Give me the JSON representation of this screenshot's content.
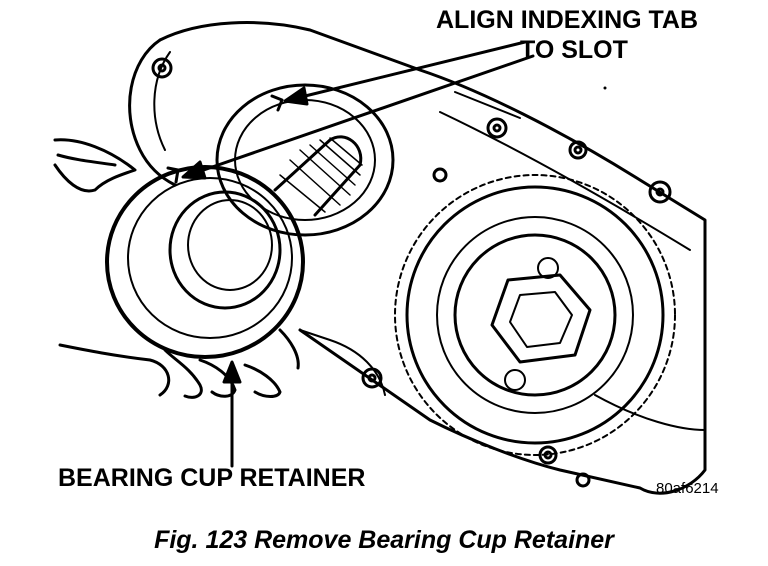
{
  "labels": {
    "align_tab_line1": "ALIGN INDEXING TAB",
    "align_tab_line2": "TO SLOT",
    "bearing_cup_retainer": "BEARING CUP RETAINER",
    "figure_id": "80af6214"
  },
  "caption": "Fig. 123 Remove Bearing Cup Retainer",
  "colors": {
    "ink": "#000000",
    "paper": "#ffffff"
  }
}
